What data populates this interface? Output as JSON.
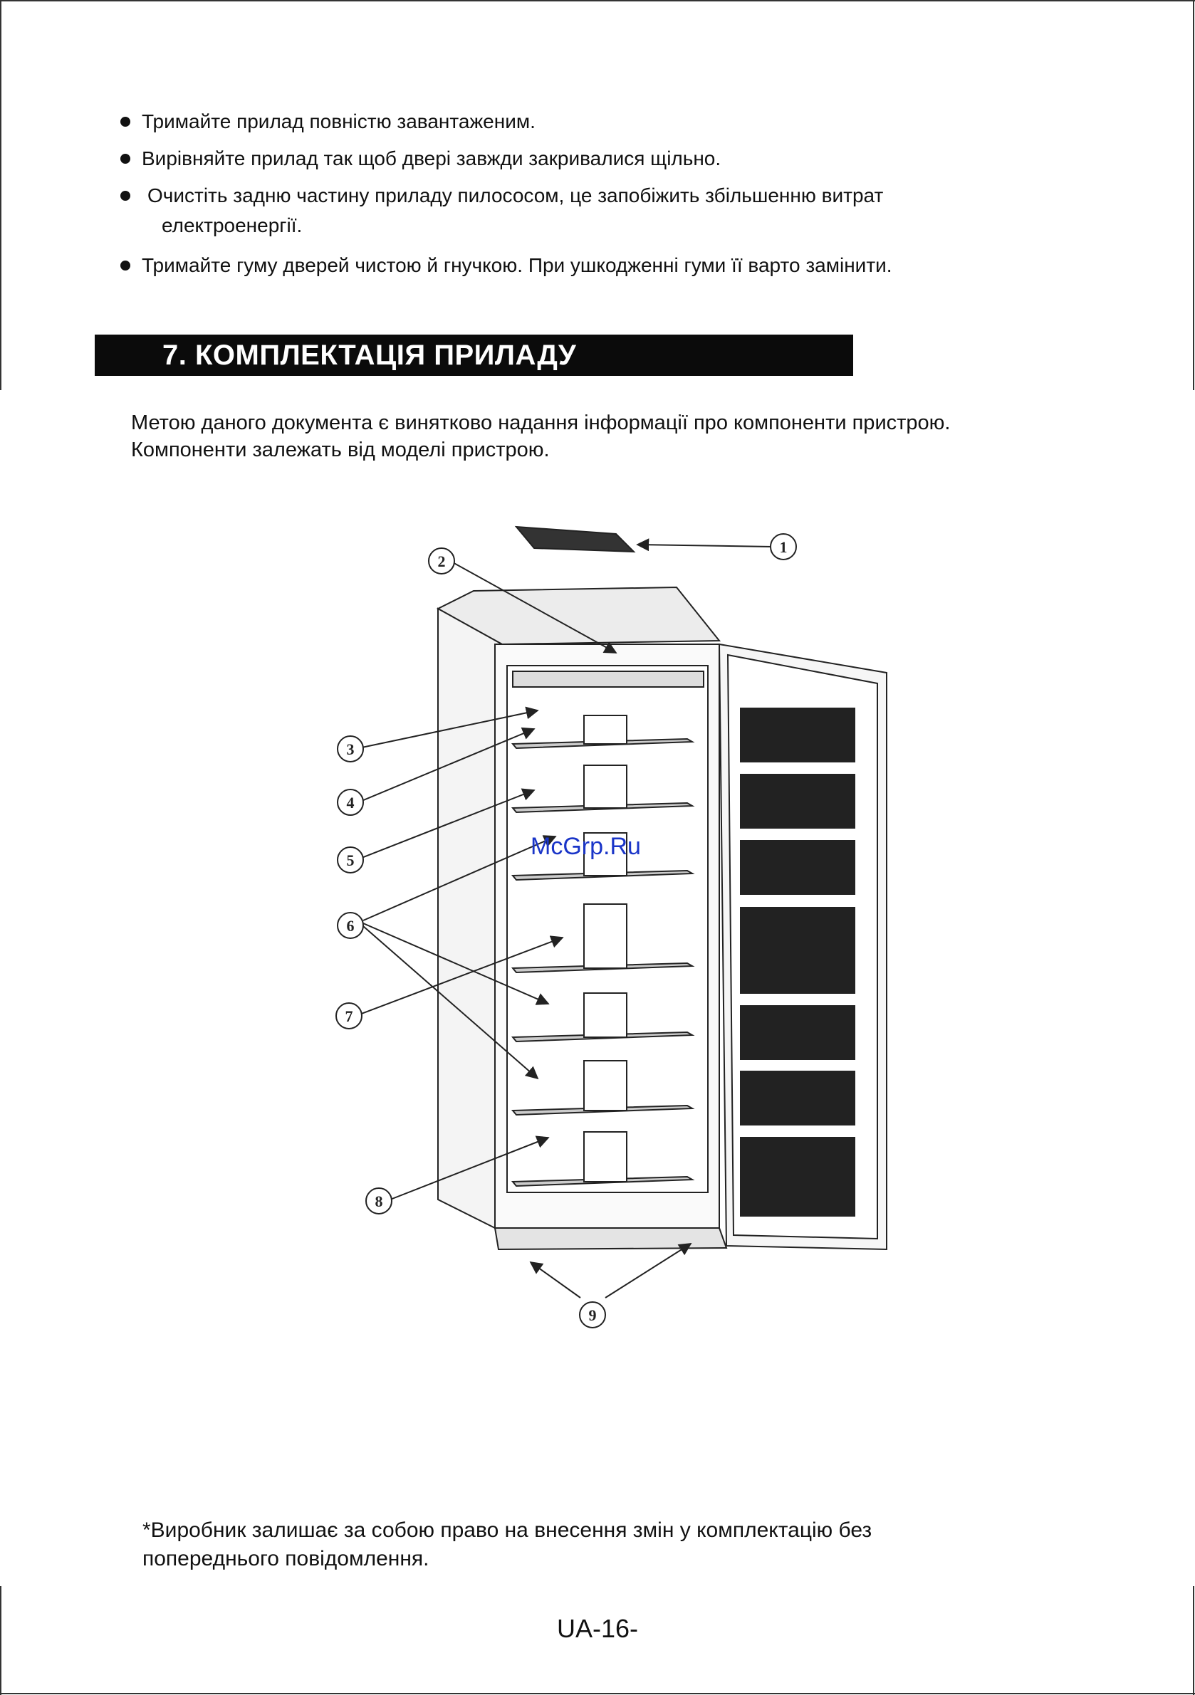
{
  "bullets": [
    "Тримайте прилад повністю завантаженим.",
    "Вирівняйте прилад так щоб двері завжди закривалися щільно.",
    "Очистіть задню частину приладу пилососом, це запобіжить збільшенню витрат",
    "електроенергії.",
    "Тримайте гуму дверей чистою й гнучкою. При ушкодженні гуми її варто замінити."
  ],
  "section": {
    "title": "7. КОМПЛЕКТАЦІЯ ПРИЛАДУ"
  },
  "intro": [
    "Метою даного документа є винятково надання інформації про компоненти пристрою.",
    "Компоненти залежать від моделі пристрою."
  ],
  "diagram": {
    "callouts": [
      "1",
      "2",
      "3",
      "4",
      "5",
      "6",
      "7",
      "8",
      "9"
    ],
    "watermark": "McGrp.Ru",
    "colors": {
      "line": "#222222",
      "watermark": "#1a35c8"
    }
  },
  "footnote": [
    "*Виробник залишає за собою право на внесення змін у комплектацію без",
    "попереднього повідомлення."
  ],
  "page_number": "UA-16-"
}
